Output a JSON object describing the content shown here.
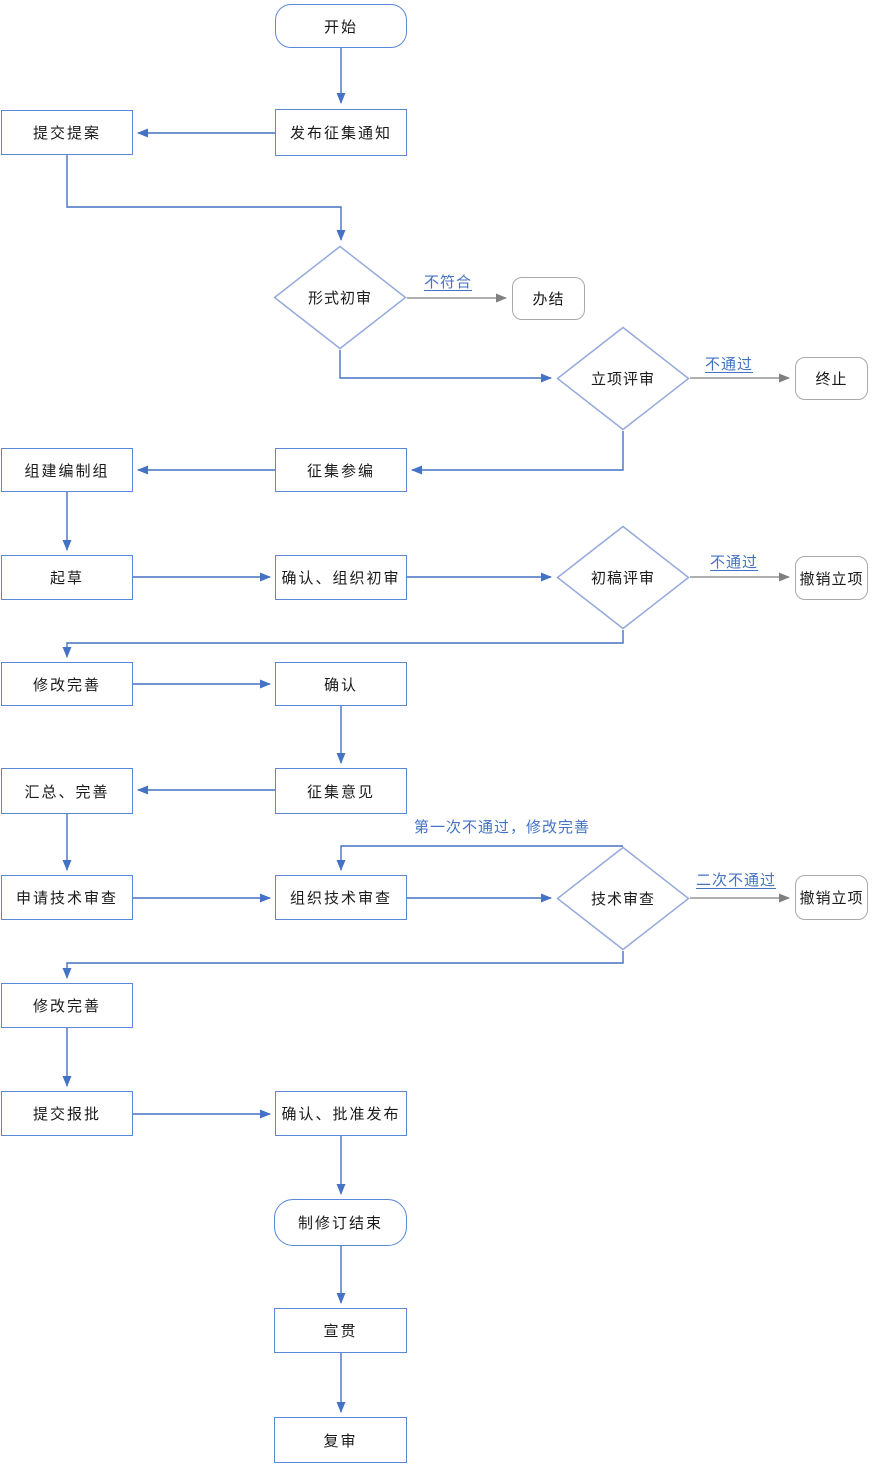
{
  "diagram": {
    "type": "flowchart",
    "colors": {
      "box_border": "#5b87d5",
      "diamond_border": "#94aadd",
      "connector_blue": "#4472c4",
      "connector_gray": "#7f7f7f",
      "end_box_border": "#a9a9a9",
      "edge_label_text": "#4472c4",
      "node_text": "#1a1a1a",
      "background": "#ffffff"
    },
    "nodes": {
      "start": {
        "label": "开始",
        "shape": "rounded"
      },
      "publish_notice": {
        "label": "发布征集通知",
        "shape": "rect"
      },
      "submit_proposal": {
        "label": "提交提案",
        "shape": "rect"
      },
      "formal_review": {
        "label": "形式初审",
        "shape": "diamond"
      },
      "close_case": {
        "label": "办结",
        "shape": "rounded-gray"
      },
      "project_review": {
        "label": "立项评审",
        "shape": "diamond"
      },
      "terminate": {
        "label": "终止",
        "shape": "rounded-gray"
      },
      "collect_participants": {
        "label": "征集参编",
        "shape": "rect"
      },
      "form_drafting_group": {
        "label": "组建编制组",
        "shape": "rect"
      },
      "draft": {
        "label": "起草",
        "shape": "rect"
      },
      "confirm_organize_initial_review": {
        "label": "确认、组织初审",
        "shape": "rect"
      },
      "first_draft_review": {
        "label": "初稿评审",
        "shape": "diamond"
      },
      "revoke_project_1": {
        "label": "撤销立项",
        "shape": "rounded-gray"
      },
      "revise_improve_1": {
        "label": "修改完善",
        "shape": "rect"
      },
      "confirm": {
        "label": "确认",
        "shape": "rect"
      },
      "collect_opinions": {
        "label": "征集意见",
        "shape": "rect"
      },
      "summarize_improve": {
        "label": "汇总、完善",
        "shape": "rect"
      },
      "apply_technical_review": {
        "label": "申请技术审查",
        "shape": "rect"
      },
      "organize_technical_review": {
        "label": "组织技术审查",
        "shape": "rect"
      },
      "technical_review": {
        "label": "技术审查",
        "shape": "diamond"
      },
      "revoke_project_2": {
        "label": "撤销立项",
        "shape": "rounded-gray"
      },
      "revise_improve_2": {
        "label": "修改完善",
        "shape": "rect"
      },
      "submit_for_approval": {
        "label": "提交报批",
        "shape": "rect"
      },
      "confirm_approve_publish": {
        "label": "确认、批准发布",
        "shape": "rect"
      },
      "revision_complete": {
        "label": "制修订结束",
        "shape": "rounded"
      },
      "publicize_implement": {
        "label": "宣贯",
        "shape": "rect"
      },
      "re_review": {
        "label": "复审",
        "shape": "rect"
      }
    },
    "edge_labels": {
      "not_conforming": "不符合",
      "not_pass_project": "不通过",
      "not_pass_first_draft": "不通过",
      "first_fail_revise": "第一次不通过，修改完善",
      "second_fail": "二次不通过"
    }
  }
}
